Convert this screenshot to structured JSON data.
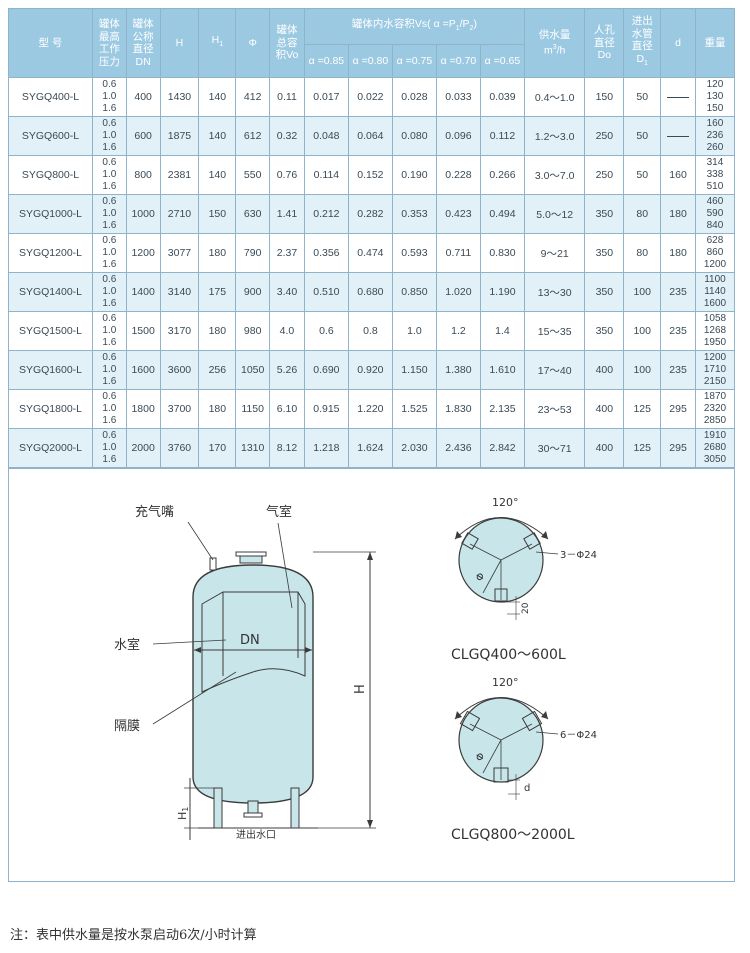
{
  "table": {
    "headers": {
      "model": "型  号",
      "pressure": [
        "罐体",
        "最高",
        "工作",
        "压力"
      ],
      "dn": [
        "罐体",
        "公称",
        "直径",
        "DN"
      ],
      "h": "H",
      "h1": "H",
      "h1_sub": "1",
      "phi": "Φ",
      "vo": [
        "罐体",
        "总容",
        "积Vo"
      ],
      "vs_group": "罐体内水容积Vs( α =P",
      "vs_group_sub1": "1",
      "vs_group_mid": "/P",
      "vs_group_sub2": "2",
      "vs_group_end": ")",
      "alphas": [
        "α =0.85",
        "α =0.80",
        "α =0.75",
        "α =0.70",
        "α =0.65"
      ],
      "flow": "供水量",
      "flow_unit": "m",
      "flow_unit_sup": "3",
      "flow_unit_end": "/h",
      "manhole": [
        "人孔",
        "直径",
        "Do"
      ],
      "pipe": [
        "进出",
        "水管",
        "直径"
      ],
      "pipe_d": "D",
      "pipe_d_sub": "1",
      "d": "d",
      "weight": "重量"
    },
    "rows": [
      {
        "model": "SYGQ400-L",
        "pressure": [
          "0.6",
          "1.0",
          "1.6"
        ],
        "dn": "400",
        "h": "1430",
        "h1": "140",
        "phi": "412",
        "vo": "0.11",
        "vs": [
          "0.017",
          "0.022",
          "0.028",
          "0.033",
          "0.039"
        ],
        "flow": "0.4～1.0",
        "do": "150",
        "d1": "50",
        "d": "",
        "weight": [
          "120",
          "130",
          "150"
        ]
      },
      {
        "model": "SYGQ600-L",
        "pressure": [
          "0.6",
          "1.0",
          "1.6"
        ],
        "dn": "600",
        "h": "1875",
        "h1": "140",
        "phi": "612",
        "vo": "0.32",
        "vs": [
          "0.048",
          "0.064",
          "0.080",
          "0.096",
          "0.112"
        ],
        "flow": "1.2～3.0",
        "do": "250",
        "d1": "50",
        "d": "",
        "weight": [
          "160",
          "236",
          "260"
        ]
      },
      {
        "model": "SYGQ800-L",
        "pressure": [
          "0.6",
          "1.0",
          "1.6"
        ],
        "dn": "800",
        "h": "2381",
        "h1": "140",
        "phi": "550",
        "vo": "0.76",
        "vs": [
          "0.114",
          "0.152",
          "0.190",
          "0.228",
          "0.266"
        ],
        "flow": "3.0～7.0",
        "do": "250",
        "d1": "50",
        "d": "160",
        "weight": [
          "314",
          "338",
          "510"
        ]
      },
      {
        "model": "SYGQ1000-L",
        "pressure": [
          "0.6",
          "1.0",
          "1.6"
        ],
        "dn": "1000",
        "h": "2710",
        "h1": "150",
        "phi": "630",
        "vo": "1.41",
        "vs": [
          "0.212",
          "0.282",
          "0.353",
          "0.423",
          "0.494"
        ],
        "flow": "5.0～12",
        "do": "350",
        "d1": "80",
        "d": "180",
        "weight": [
          "460",
          "590",
          "840"
        ]
      },
      {
        "model": "SYGQ1200-L",
        "pressure": [
          "0.6",
          "1.0",
          "1.6"
        ],
        "dn": "1200",
        "h": "3077",
        "h1": "180",
        "phi": "790",
        "vo": "2.37",
        "vs": [
          "0.356",
          "0.474",
          "0.593",
          "0.711",
          "0.830"
        ],
        "flow": "9～21",
        "do": "350",
        "d1": "80",
        "d": "180",
        "weight": [
          "628",
          "860",
          "1200"
        ]
      },
      {
        "model": "SYGQ1400-L",
        "pressure": [
          "0.6",
          "1.0",
          "1.6"
        ],
        "dn": "1400",
        "h": "3140",
        "h1": "175",
        "phi": "900",
        "vo": "3.40",
        "vs": [
          "0.510",
          "0.680",
          "0.850",
          "1.020",
          "1.190"
        ],
        "flow": "13～30",
        "do": "350",
        "d1": "100",
        "d": "235",
        "weight": [
          "1100",
          "1140",
          "1600"
        ]
      },
      {
        "model": "SYGQ1500-L",
        "pressure": [
          "0.6",
          "1.0",
          "1.6"
        ],
        "dn": "1500",
        "h": "3170",
        "h1": "180",
        "phi": "980",
        "vo": "4.0",
        "vs": [
          "0.6",
          "0.8",
          "1.0",
          "1.2",
          "1.4"
        ],
        "flow": "15～35",
        "do": "350",
        "d1": "100",
        "d": "235",
        "weight": [
          "1058",
          "1268",
          "1950"
        ]
      },
      {
        "model": "SYGQ1600-L",
        "pressure": [
          "0.6",
          "1.0",
          "1.6"
        ],
        "dn": "1600",
        "h": "3600",
        "h1": "256",
        "phi": "1050",
        "vo": "5.26",
        "vs": [
          "0.690",
          "0.920",
          "1.150",
          "1.380",
          "1.610"
        ],
        "flow": "17～40",
        "do": "400",
        "d1": "100",
        "d": "235",
        "weight": [
          "1200",
          "1710",
          "2150"
        ]
      },
      {
        "model": "SYGQ1800-L",
        "pressure": [
          "0.6",
          "1.0",
          "1.6"
        ],
        "dn": "1800",
        "h": "3700",
        "h1": "180",
        "phi": "1150",
        "vo": "6.10",
        "vs": [
          "0.915",
          "1.220",
          "1.525",
          "1.830",
          "2.135"
        ],
        "flow": "23～53",
        "do": "400",
        "d1": "125",
        "d": "295",
        "weight": [
          "1870",
          "2320",
          "2850"
        ]
      },
      {
        "model": "SYGQ2000-L",
        "pressure": [
          "0.6",
          "1.0",
          "1.6"
        ],
        "dn": "2000",
        "h": "3760",
        "h1": "170",
        "phi": "1310",
        "vo": "8.12",
        "vs": [
          "1.218",
          "1.624",
          "2.030",
          "2.436",
          "2.842"
        ],
        "flow": "30～71",
        "do": "400",
        "d1": "125",
        "d": "295",
        "weight": [
          "1910",
          "2680",
          "3050"
        ]
      }
    ]
  },
  "drawing": {
    "labels": {
      "charging_nozzle": "充气嘴",
      "air_chamber": "气室",
      "water_chamber": "水室",
      "diaphragm": "隔膜",
      "dn": "DN",
      "h": "H",
      "h1": "H",
      "h1_sub": "1",
      "inlet_outlet": "进出水口"
    },
    "plan_top": {
      "angle": "120°",
      "holes": "3－Φ24",
      "phi": "Φ",
      "dim": "20",
      "caption": "CLGQ400～600L"
    },
    "plan_bottom": {
      "angle": "120°",
      "holes": "6－Φ24",
      "phi": "Φ",
      "dim": "d",
      "caption": "CLGQ800～2000L"
    },
    "colors": {
      "tank_fill": "#c8e6ea",
      "header_bg": "#9cc9e2",
      "row_alt": "#e2f0f8",
      "border": "#8fb3c8"
    }
  },
  "note": "注：表中供水量是按水泵启动6次/小时计算"
}
